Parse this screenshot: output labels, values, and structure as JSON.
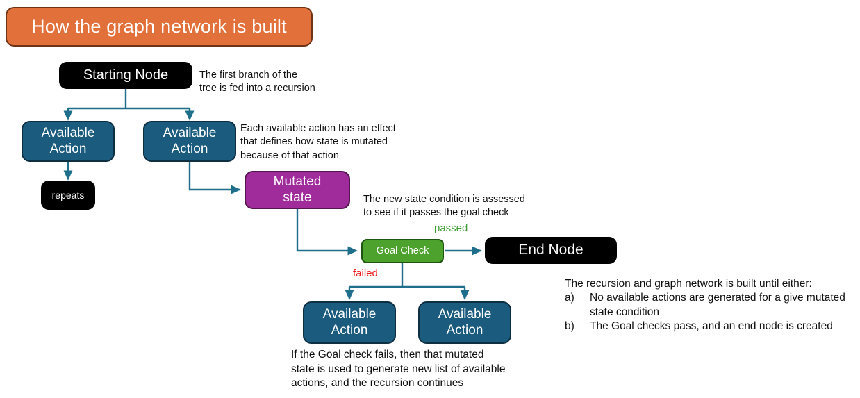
{
  "title": {
    "text": "How the graph network is built",
    "bg_color": "#E2703A",
    "border_color": "#6E3415",
    "text_color": "#FFFFFF"
  },
  "palette": {
    "teal_node": "#1A5B7E",
    "magenta_node": "#A02B9B",
    "green_node": "#4CA22C",
    "black_node": "#000000",
    "connector": "#1F6E8C",
    "passed_label": "#3F9E35",
    "failed_label": "#F01A1A"
  },
  "nodes": {
    "starting_node": "Starting Node",
    "available_action_1": "Available\nAction",
    "available_action_2": "Available\nAction",
    "repeats": "repeats",
    "mutated_state": "Mutated\nstate",
    "goal_check": "Goal Check",
    "end_node": "End Node",
    "available_action_3": "Available\nAction",
    "available_action_4": "Available\nAction"
  },
  "edge_labels": {
    "passed": "passed",
    "failed": "failed"
  },
  "annotations": {
    "start_note": "The first branch of the\ntree is fed into a recursion",
    "action_note": "Each available action has an effect\nthat defines how state is mutated\nbecause of that action",
    "mutated_note": "The new state condition is assessed\nto see if it passes the goal check",
    "failed_note": "If the Goal check fails, then that mutated\nstate is used to generate new list of available\nactions, and the recursion continues"
  },
  "summary": {
    "lead": "The recursion and graph network is built until either:",
    "items": [
      {
        "marker": "a)",
        "text": "No available actions are generated for a give mutated state condition"
      },
      {
        "marker": "b)",
        "text": "The Goal checks pass, and an end node is created"
      }
    ]
  }
}
